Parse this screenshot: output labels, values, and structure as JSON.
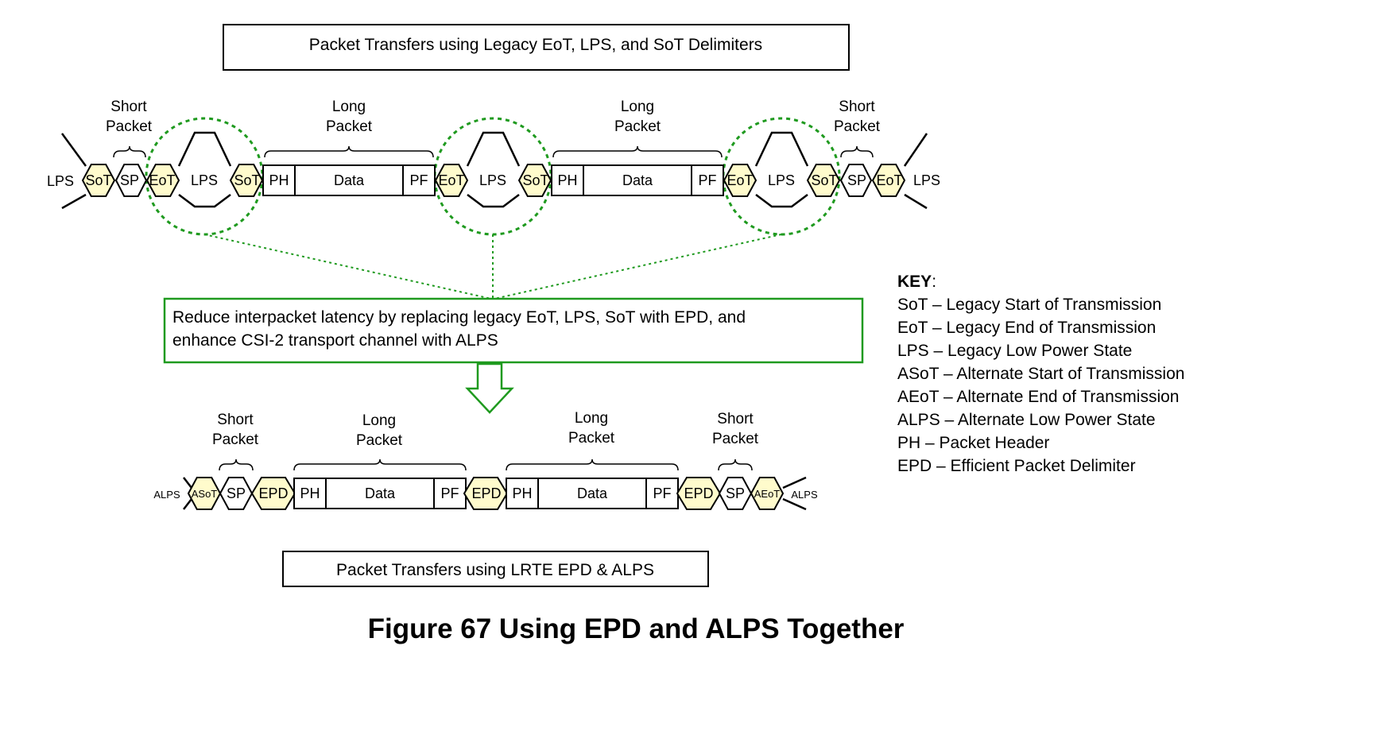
{
  "top_title": "Packet Transfers using Legacy EoT, LPS, and SoT Delimiters",
  "bottom_title": "Packet Transfers using LRTE EPD & ALPS",
  "figure_caption": "Figure 67 Using EPD and ALPS Together",
  "note_line1": "Reduce interpacket latency by replacing legacy EoT, LPS, SoT with EPD, and",
  "note_line2": "enhance CSI-2 transport channel with ALPS",
  "labels": {
    "short": "Short",
    "long": "Long",
    "packet": "Packet",
    "lps": "LPS",
    "alps": "ALPS",
    "sot": "SoT",
    "eot": "EoT",
    "sp": "SP",
    "ph": "PH",
    "pf": "PF",
    "data": "Data",
    "epd": "EPD",
    "asot": "ASoT",
    "aeot": "AEoT"
  },
  "key": {
    "title": "KEY",
    "items": [
      "SoT – Legacy Start of Transmission",
      "EoT – Legacy End of Transmission",
      "LPS – Legacy Low Power State",
      "ASoT – Alternate Start of Transmission",
      "AEoT – Alternate End of Transmission",
      "ALPS – Alternate Low Power State",
      "PH – Packet Header",
      "EPD – Efficient Packet Delimiter"
    ]
  },
  "colors": {
    "delimiter_fill": "#fffbcc",
    "highlight_green": "#1f9a1f"
  }
}
